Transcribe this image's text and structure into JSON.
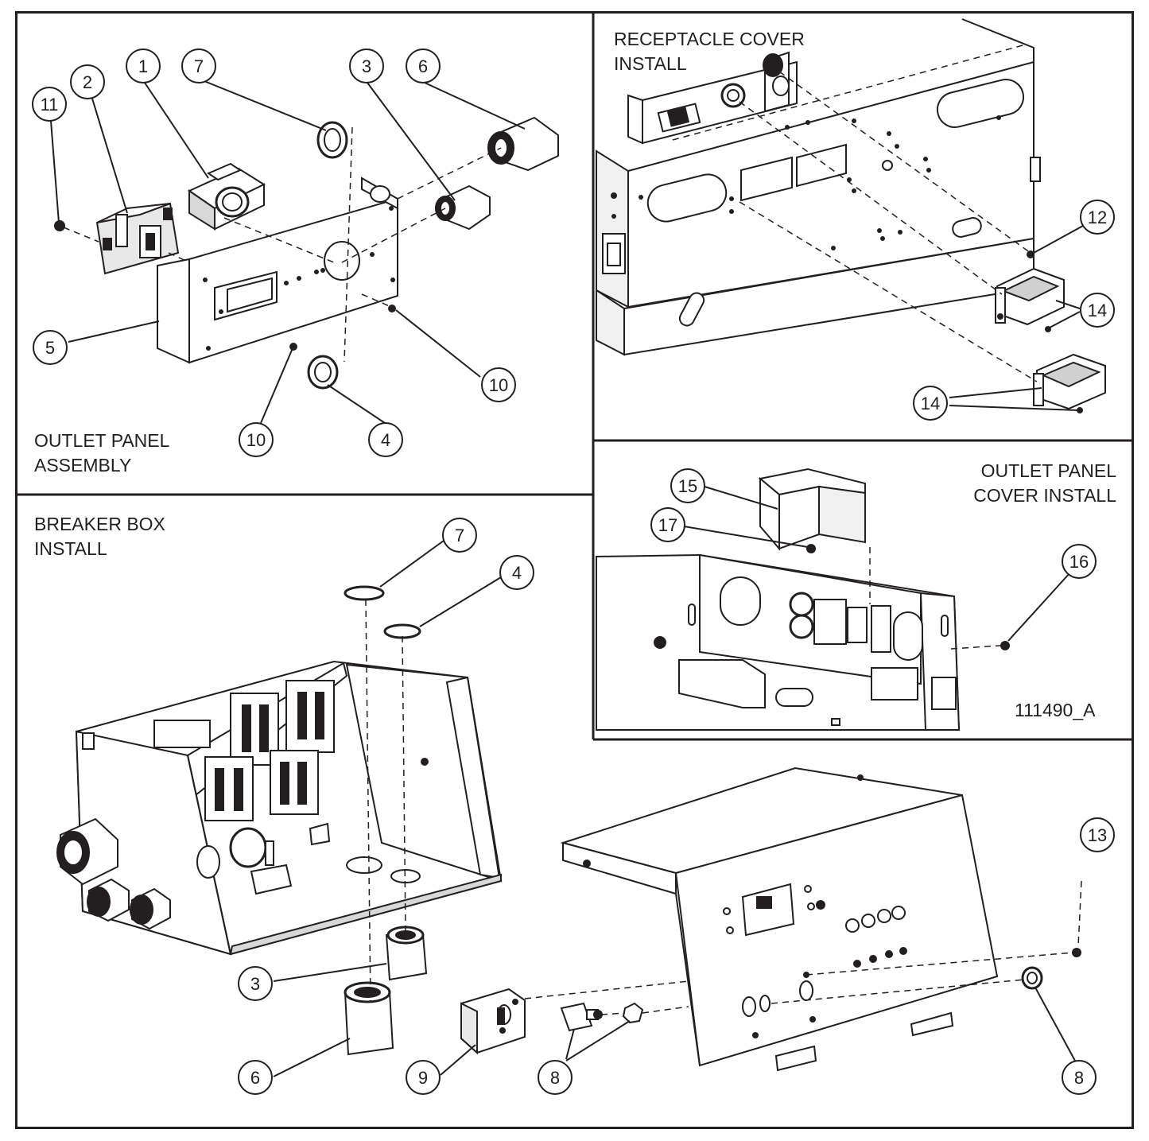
{
  "panels": {
    "outlet_panel_assembly": {
      "line1": "OUTLET PANEL",
      "line2": "ASSEMBLY"
    },
    "receptacle_cover_install": {
      "line1": "RECEPTACLE COVER",
      "line2": "INSTALL"
    },
    "outlet_panel_cover_install": {
      "line1": "OUTLET PANEL",
      "line2": "COVER INSTALL"
    },
    "breaker_box_install": {
      "line1": "BREAKER BOX",
      "line2": "INSTALL"
    }
  },
  "drawing_number": "111490_A",
  "callouts": {
    "opa_1": "1",
    "opa_2": "2",
    "opa_3": "3",
    "opa_4": "4",
    "opa_5": "5",
    "opa_6": "6",
    "opa_7": "7",
    "opa_10a": "10",
    "opa_10b": "10",
    "opa_11": "11",
    "rci_12": "12",
    "rci_14a": "14",
    "rci_14b": "14",
    "opci_15": "15",
    "opci_16": "16",
    "opci_17": "17",
    "bbi_3": "3",
    "bbi_4": "4",
    "bbi_6": "6",
    "bbi_7": "7",
    "bbi_8a": "8",
    "bbi_8b": "8",
    "bbi_9": "9",
    "bbi_13": "13"
  },
  "colors": {
    "ink": "#231f20",
    "shade": "#bfbfbf",
    "mid": "#8c8c8c"
  }
}
